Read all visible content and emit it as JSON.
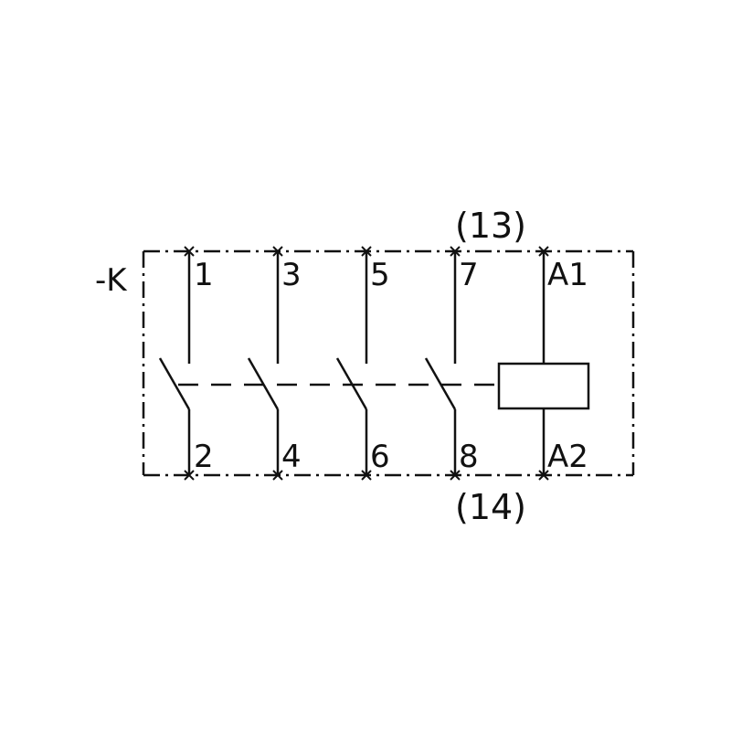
{
  "device": {
    "designation": "-K"
  },
  "contacts": [
    {
      "top": "1",
      "bottom": "2"
    },
    {
      "top": "3",
      "bottom": "4"
    },
    {
      "top": "5",
      "bottom": "6"
    },
    {
      "top": "7",
      "bottom": "8"
    }
  ],
  "coil": {
    "top": "A1",
    "bottom": "A2"
  },
  "alt_labels": {
    "top": "(13)",
    "bottom": "(14)"
  },
  "colors": {
    "stroke": "#111111",
    "background": "#ffffff"
  }
}
